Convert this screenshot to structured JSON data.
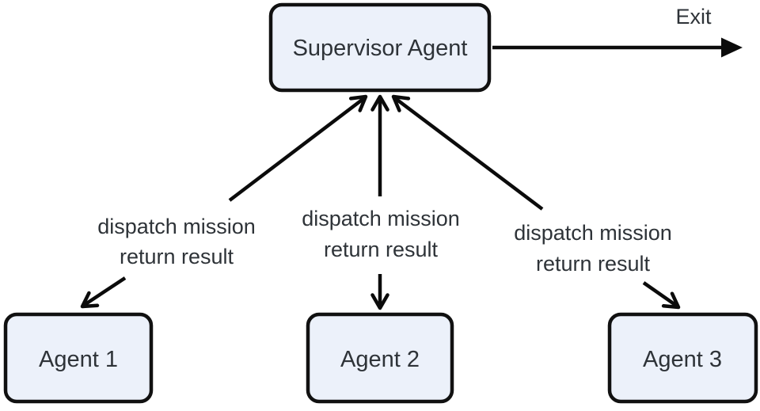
{
  "canvas": {
    "width": "960",
    "height": "519",
    "background": "#ffffff"
  },
  "colors": {
    "node_fill": "#ecf1fa",
    "node_stroke": "#111111",
    "edge_stroke": "#0b0b0b",
    "text": "#2e3338"
  },
  "nodes": {
    "supervisor": {
      "label": "Supervisor Agent"
    },
    "agent1": {
      "label": "Agent 1"
    },
    "agent2": {
      "label": "Agent 2"
    },
    "agent3": {
      "label": "Agent 3"
    }
  },
  "edges": {
    "exit": {
      "label": "Exit"
    },
    "supervisor_agent1": {
      "line1": "dispatch mission",
      "line2": "return result"
    },
    "supervisor_agent2": {
      "line1": "dispatch mission",
      "line2": "return result"
    },
    "supervisor_agent3": {
      "line1": "dispatch mission",
      "line2": "return result"
    }
  }
}
